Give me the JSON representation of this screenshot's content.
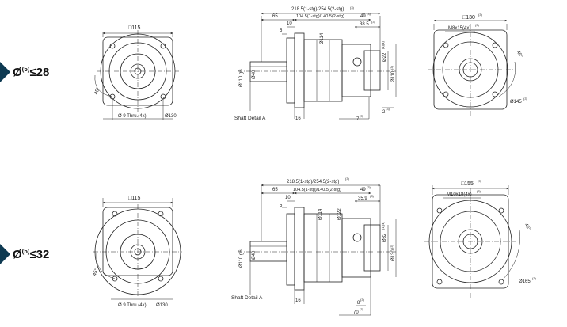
{
  "rows": [
    {
      "tag": {
        "symbol": "Ø",
        "sup": "(5)",
        "rel": "≤28"
      },
      "front": {
        "square": "□115",
        "dia": "Ø130",
        "holes": "Ø 9 Thru.(4x)",
        "angle": "45°"
      },
      "side": {
        "total": "218.5(1-stg)/254.5(2-stg)",
        "total_ref": "(3)",
        "d65": "65",
        "body": "104.5(1-stg)/140.5(2-stg)",
        "d49": "49",
        "d49_ref": "(3)",
        "d10": "10",
        "d5": "5",
        "d114": "Ø114",
        "d38": "38.5",
        "d38_ref": "(3)",
        "d110": "Ø110 g6",
        "d40": "Ø40",
        "d22": "Ø22",
        "d22_ref": "(1)(4)",
        "d110r": "Ø110",
        "d110r_ref": "(3)",
        "d16": "16",
        "d7": "7",
        "d7_ref": "(3)",
        "d2": "2",
        "d2_ref": "(3)",
        "shaft": "Shaft Detail  A"
      },
      "rear": {
        "square": "□130",
        "square_ref": "(3)",
        "thread": "M8x15(4x)",
        "thread_ref": "(3)",
        "angle": "45°",
        "dia": "Ø145",
        "dia_ref": "(3)"
      }
    },
    {
      "tag": {
        "symbol": "Ø",
        "sup": "(5)",
        "rel": "≤32"
      },
      "front": {
        "square": "□115",
        "dia": "Ø130",
        "holes": "Ø 9 Thru.(4x)",
        "angle": "45°"
      },
      "side": {
        "total": "218.5(1-stg)/254.5(2-stg)",
        "total_ref": "(3)",
        "d65": "65",
        "body": "104.5(1-stg)/140.5(2-stg)",
        "d49": "49",
        "d49_ref": "(3)",
        "d10": "10",
        "d5": "5",
        "d114": "Ø114",
        "d122": "Ø122",
        "d35": "35.9",
        "d35_ref": "(3)",
        "d110": "Ø110 g6",
        "d40": "Ø40",
        "d32": "Ø32",
        "d32_ref": "(1)(4)",
        "d130r": "Ø130",
        "d130r_ref": "(3)",
        "d16": "16",
        "d8": "8",
        "d8_ref": "(3)",
        "d70": "70",
        "d70_ref": "(3)",
        "shaft": "Shaft Detail  A"
      },
      "rear": {
        "square": "□155",
        "square_ref": "(3)",
        "thread": "M10x18(4x)",
        "thread_ref": "(3)",
        "angle": "45°",
        "dia": "Ø165",
        "dia_ref": "(3)"
      }
    }
  ]
}
